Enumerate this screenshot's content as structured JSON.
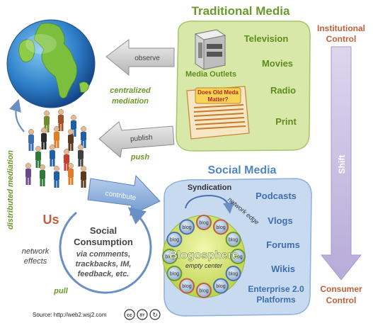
{
  "colors": {
    "green_title": "#6a9a2a",
    "green_text": "#5e8c1e",
    "red_text": "#c0603a",
    "blue_title": "#4f86c6",
    "blue_text": "#3d6fb0",
    "gray_text": "#555555",
    "traditional_panel": "#d8e8a8",
    "social_panel": "#c7daf0",
    "shift_arrow": "#c9bfe0",
    "gray_arrow": "#c8c8c8",
    "blue_arrow": "#8fb0da"
  },
  "traditional_media": {
    "title": "Traditional Media",
    "outlets_label": "Media Outlets",
    "items": [
      "Television",
      "Movies",
      "Radio",
      "Print"
    ],
    "newspaper_headline": [
      "Does Old Meda",
      "Matter?"
    ]
  },
  "control": {
    "institutional": [
      "Institutional",
      "Control"
    ],
    "consumer": [
      "Consumer",
      "Control"
    ],
    "shift": "Shift"
  },
  "arrows": {
    "observe": "observe",
    "publish": "publish",
    "contribute": "contribute",
    "push": "push",
    "pull": "pull"
  },
  "labels": {
    "centralized_mediation": [
      "centralized",
      "mediation"
    ],
    "distributed_mediation": "distributed mediation",
    "us": "Us",
    "network_effects": [
      "network",
      "effects"
    ]
  },
  "social_consumption": {
    "title": [
      "Social",
      "Consumption"
    ],
    "detail": [
      "via comments,",
      "trackbacks, IM,",
      "feedback, etc."
    ]
  },
  "social_media": {
    "title": "Social Media",
    "syndication": "Syndication",
    "network_edge": "network edge",
    "blogosphere": "Blogosphere",
    "empty_center": "empty center",
    "blog_label": "blog",
    "items": [
      "Podcasts",
      "Vlogs",
      "Forums",
      "Wikis"
    ],
    "enterprise": [
      "Enterprise 2.0",
      "Platforms"
    ]
  },
  "footer": {
    "source": "Source: http://web2.wsj2.com",
    "cc": "cc",
    "by": "BY",
    "sa": "↻"
  }
}
